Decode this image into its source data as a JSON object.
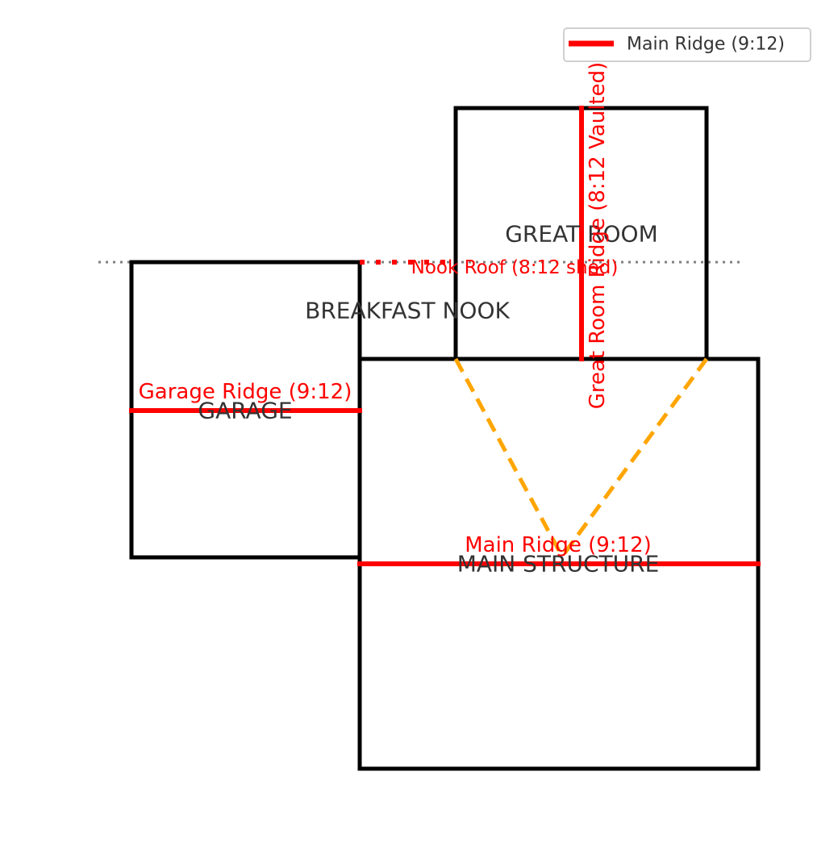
{
  "rooms": {
    "great_room": "GREAT ROOM",
    "breakfast_nook": "BREAKFAST NOOK",
    "garage": "GARAGE",
    "main_structure": "MAIN STRUCTURE"
  },
  "ridge_labels": {
    "garage": "Garage Ridge (9:12)",
    "main": "Main Ridge (9:12)",
    "nook": "Nook Roof (8:12 shed)",
    "great_room": "Great Room Ridge (8:12 Vaulted)"
  },
  "legend": {
    "entries": [
      {
        "label": "Main Ridge (9:12)",
        "color": "#ff0000"
      }
    ]
  },
  "colors": {
    "walls": "#000000",
    "ridge": "#ff0000",
    "valley": "#ffa500",
    "reference_line": "#808080",
    "room_text": "#333333"
  }
}
